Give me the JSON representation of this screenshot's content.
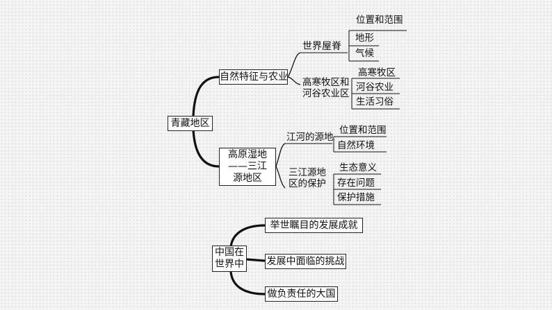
{
  "map1": {
    "root": "青藏地区",
    "branch1": {
      "title": "自然特征与农业",
      "sub1": {
        "title": "世界屋脊",
        "items": [
          "位置和范围",
          "地形",
          "气候"
        ]
      },
      "sub2": {
        "title_line1": "高寒牧区和",
        "title_line2": "河谷农业区",
        "items": [
          "高寒牧区",
          "河谷农业",
          "生活习俗"
        ]
      }
    },
    "branch2": {
      "title_line1": "高原湿地",
      "title_line2": "——三江",
      "title_line3": "源地区",
      "sub1": {
        "title": "江河的源地",
        "items": [
          "位置和范围",
          "自然环境"
        ]
      },
      "sub2": {
        "title_line1": "三江源地",
        "title_line2": "区的保护",
        "items": [
          "生态意义",
          "存在问题",
          "保护措施"
        ]
      }
    }
  },
  "map2": {
    "root_line1": "中国在",
    "root_line2": "世界中",
    "items": [
      "举世瞩目的发展成就",
      "发展中面临的挑战",
      "做负责任的大国"
    ]
  }
}
